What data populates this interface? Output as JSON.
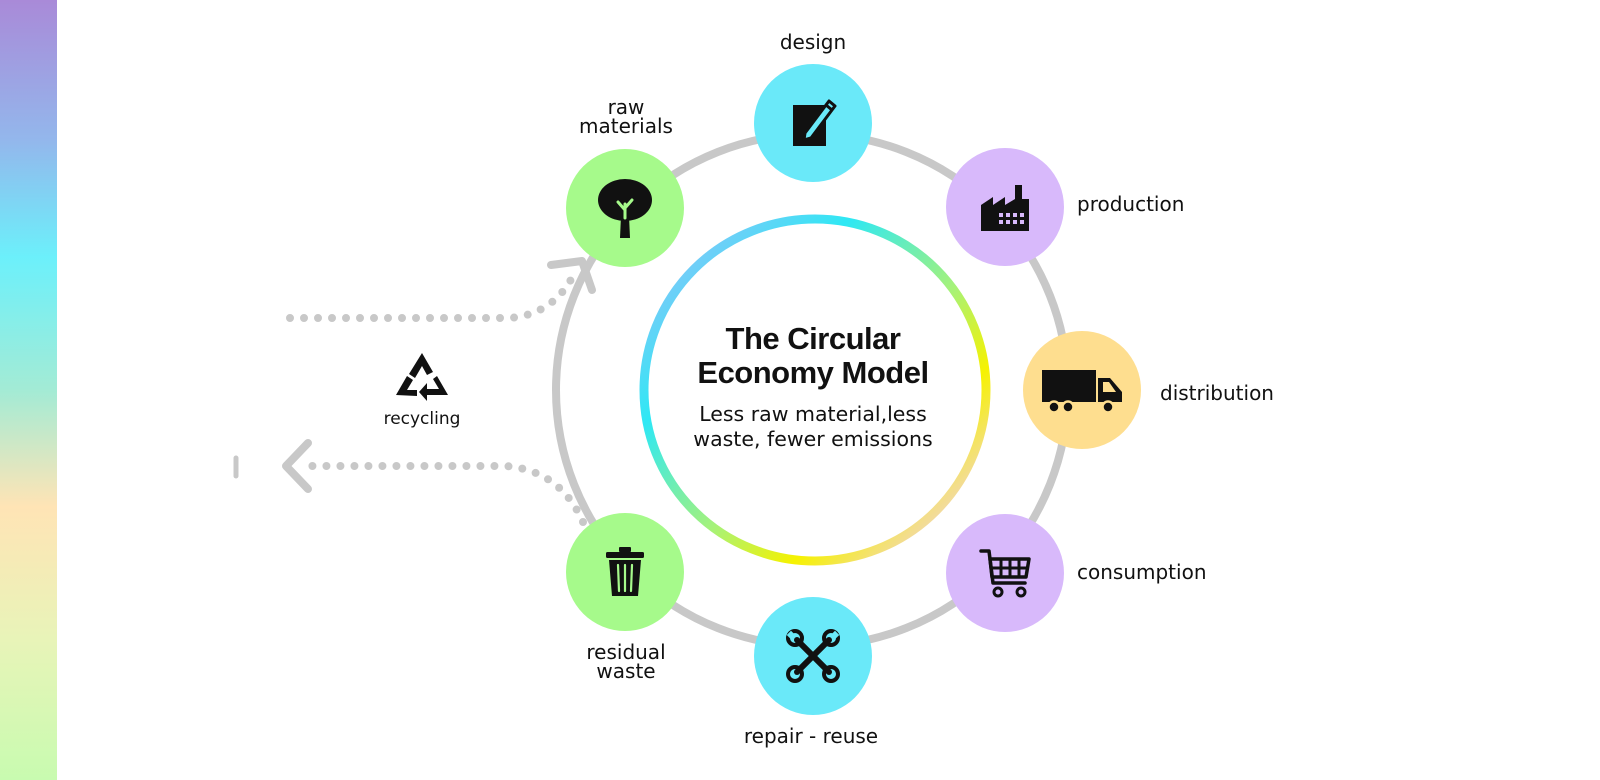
{
  "center": {
    "title_line1": "The Circular",
    "title_line2": "Economy Model",
    "subtitle_line1": "Less raw material,less",
    "subtitle_line2": "waste, fewer emissions"
  },
  "recycling": {
    "label": "recycling",
    "icon": "recycle-icon"
  },
  "stages": [
    {
      "id": "design",
      "label": "design",
      "icon": "pen-paper-icon",
      "color": "#6ae9f9"
    },
    {
      "id": "production",
      "label": "production",
      "icon": "factory-icon",
      "color": "#d8b9fb"
    },
    {
      "id": "distribution",
      "label": "distribution",
      "icon": "truck-icon",
      "color": "#fede8f"
    },
    {
      "id": "consumption",
      "label": "consumption",
      "icon": "shopping-cart-icon",
      "color": "#d8b9fb"
    },
    {
      "id": "repair-reuse",
      "label": "repair - reuse",
      "icon": "wrench-icon",
      "color": "#6ae9f9"
    },
    {
      "id": "residual-waste",
      "label_line1": "residual",
      "label_line2": "waste",
      "icon": "trash-can-icon",
      "color": "#a6fa8b"
    },
    {
      "id": "raw-materials",
      "label_line1": "raw",
      "label_line2": "materials",
      "icon": "tree-icon",
      "color": "#a6fa8b"
    }
  ]
}
